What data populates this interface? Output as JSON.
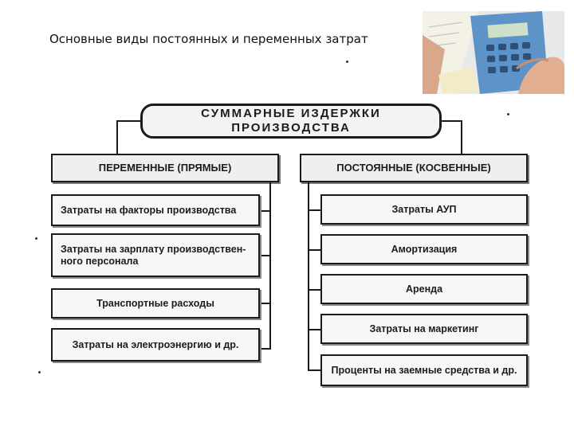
{
  "slide": {
    "title": "Основные виды постоянных и переменных затрат"
  },
  "diagram": {
    "root": "СУММАРНЫЕ ИЗДЕРЖКИ ПРОИЗВОДСТВА",
    "variable": {
      "header": "ПЕРЕМЕННЫЕ (ПРЯМЫЕ)",
      "items": [
        "Затраты на факторы производства",
        "Затраты на зарплату производствен-\nного персонала",
        "Транспортные расходы",
        "Затраты на электроэнергию и др."
      ]
    },
    "fixed": {
      "header": "ПОСТОЯННЫЕ (КОСВЕННЫЕ)",
      "items": [
        "Затраты АУП",
        "Амортизация",
        "Аренда",
        "Затраты на маркетинг",
        "Проценты на заемные средства и др."
      ]
    }
  },
  "colors": {
    "line": "#1b1b1b",
    "box_fill": "#f7f7f7"
  }
}
